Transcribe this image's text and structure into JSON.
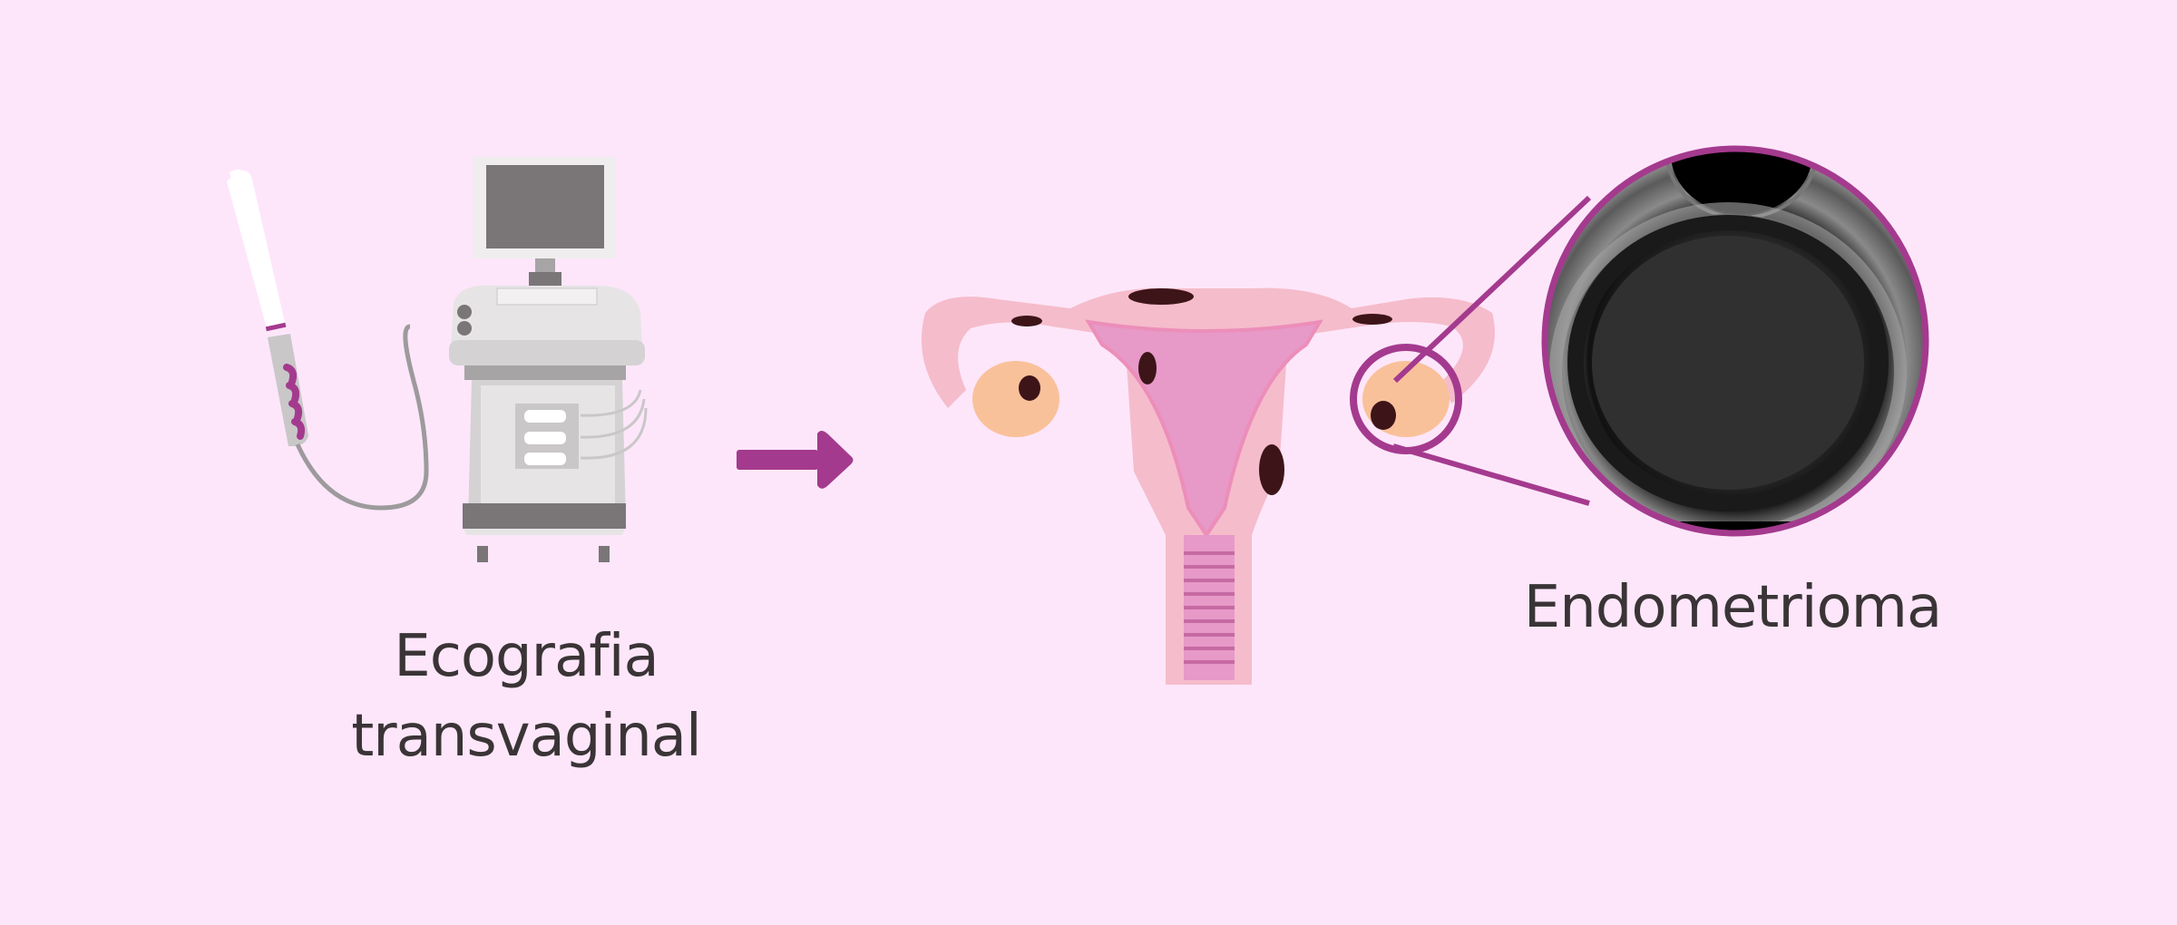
{
  "colors": {
    "background": "#fde6fa",
    "accent": "#a43a8e",
    "text": "#3a3436",
    "machine_dark": "#7a7677",
    "machine_light": "#e6e4e5",
    "uterus": "#f5bccb",
    "uterus_inner": "#e799c8",
    "ovary": "#f9c19a",
    "lesion": "#3d1519"
  },
  "labels": {
    "left_line1": "Ecografia",
    "left_line2": "transvaginal",
    "right": "Endometrioma"
  },
  "icons": {
    "probe": "transvaginal-probe-icon",
    "machine": "ultrasound-machine-icon",
    "arrow": "arrow-right-icon",
    "uterus": "uterus-illustration",
    "magnifier": "magnifier-circle",
    "ultrasound_image": "ultrasound-scan-image"
  }
}
